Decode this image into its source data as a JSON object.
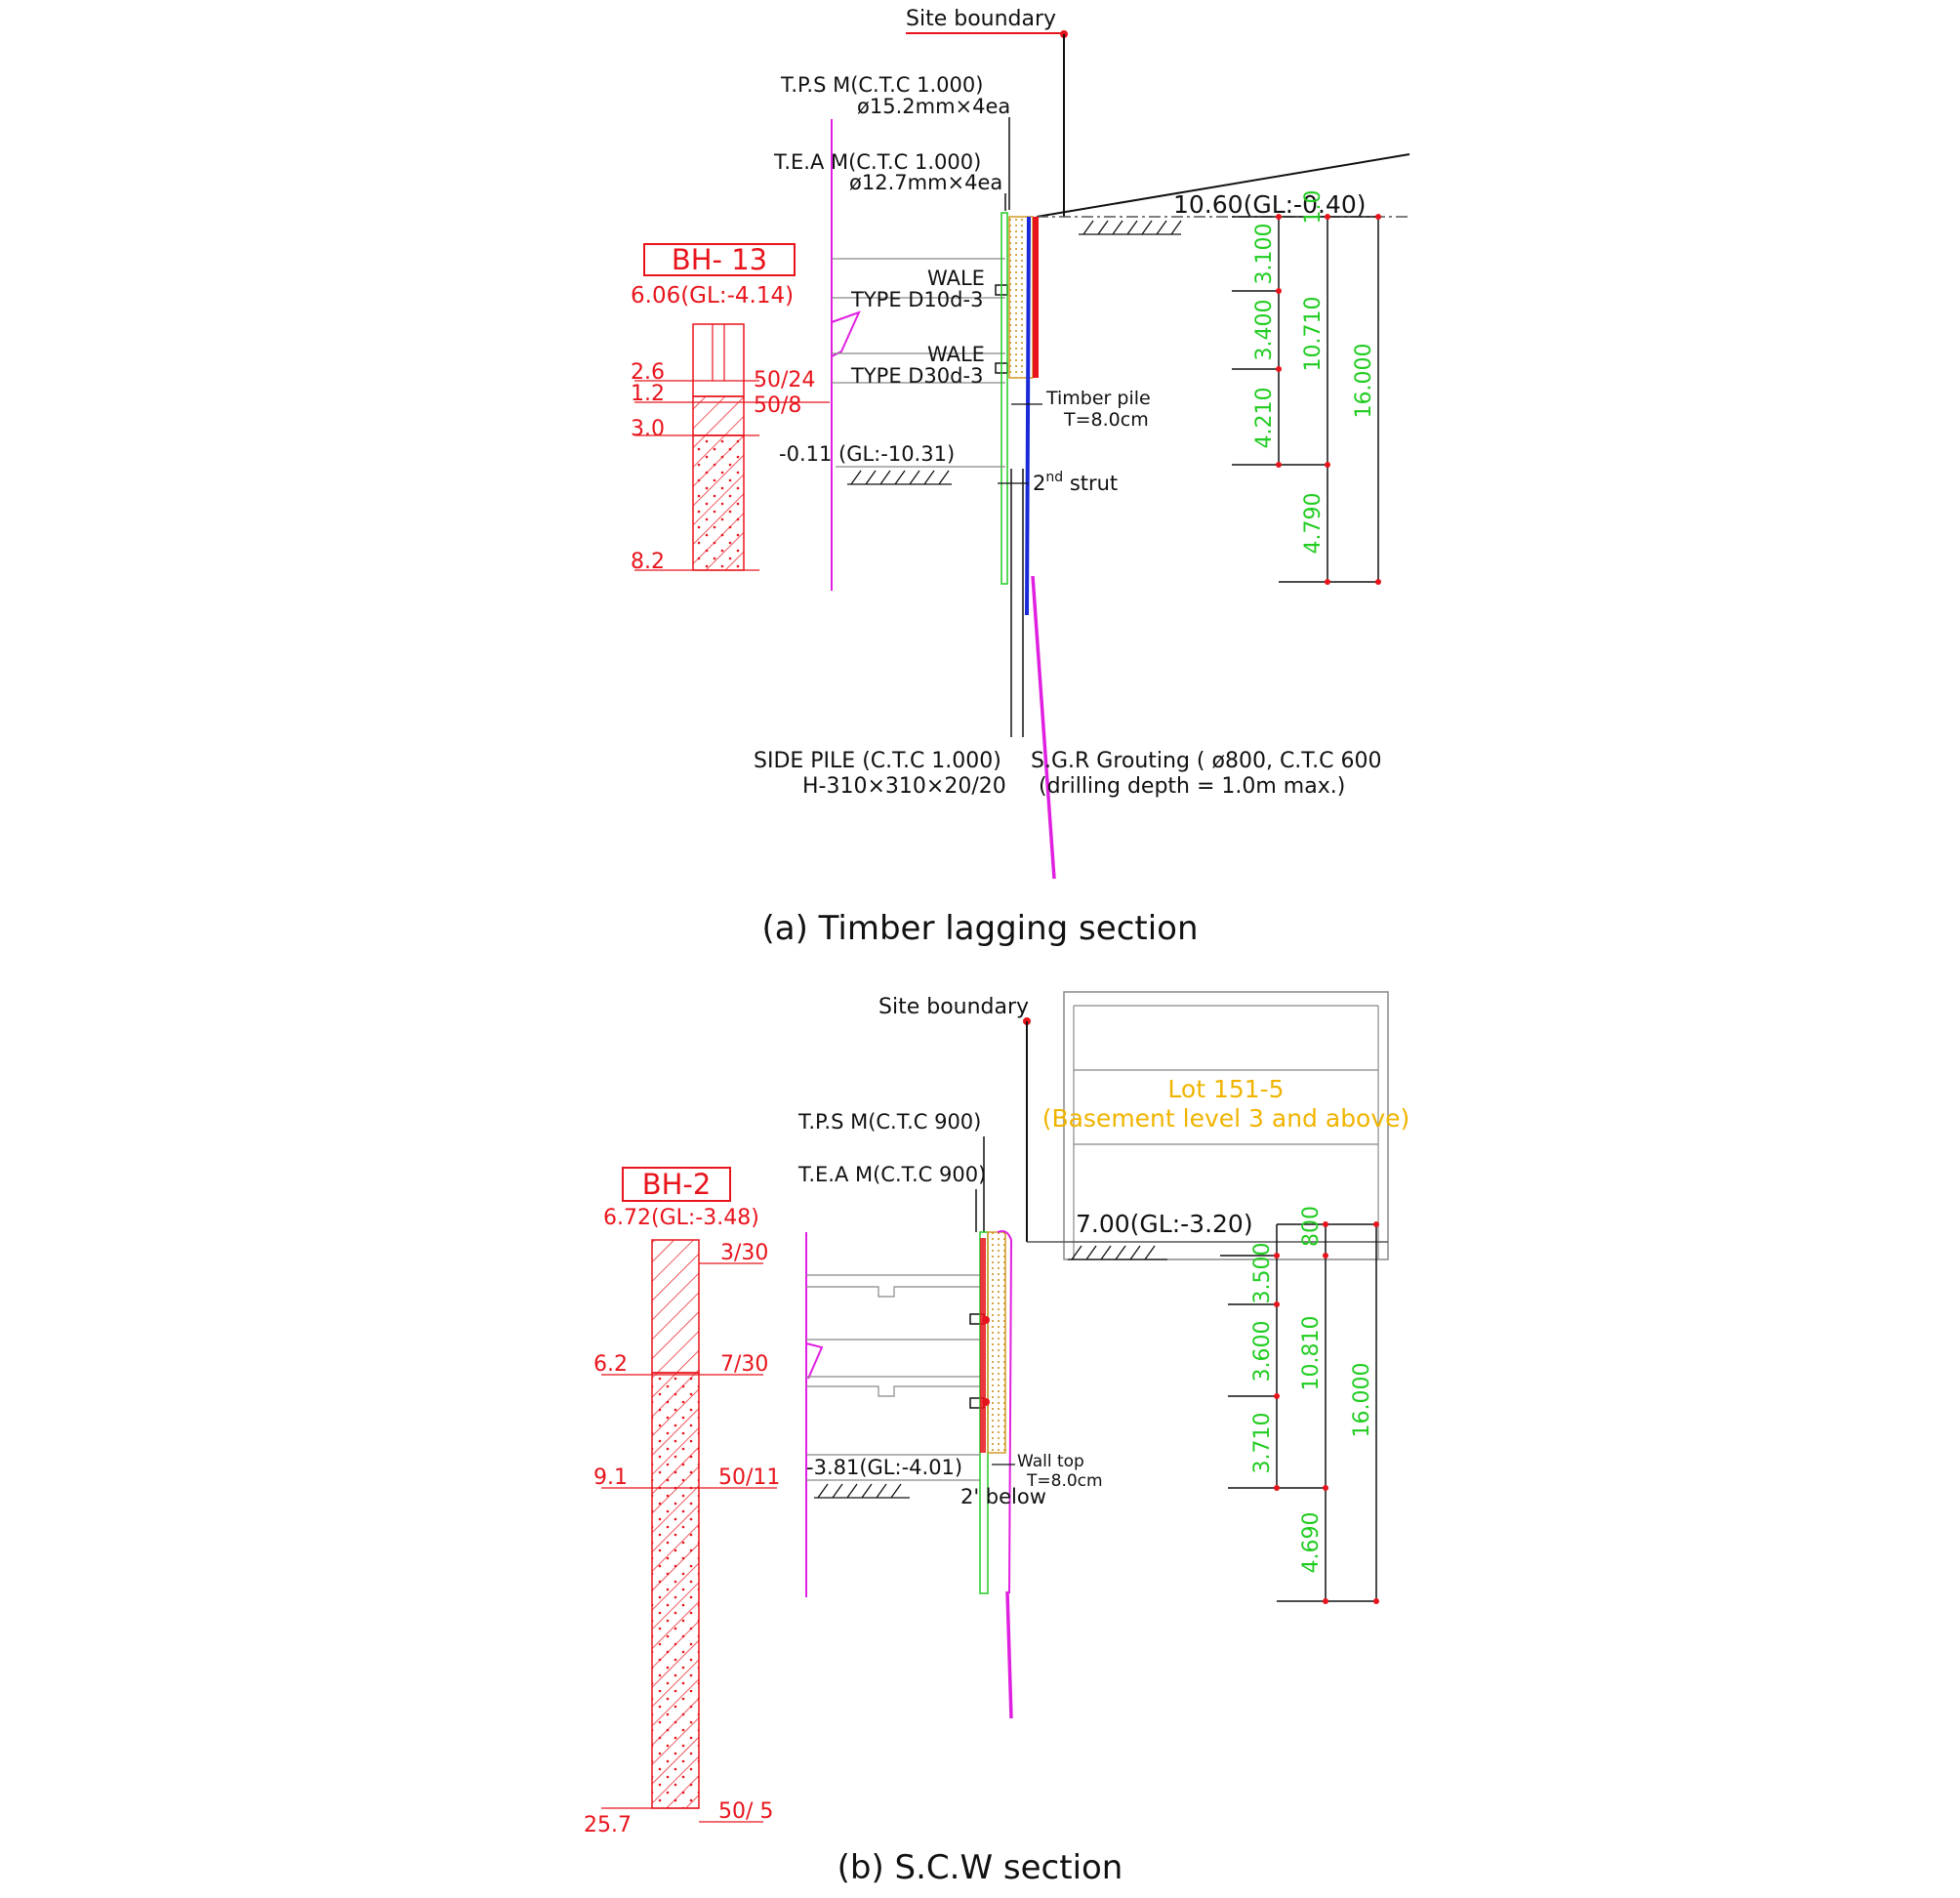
{
  "panel_a": {
    "caption": "(a)  Timber  lagging  section",
    "site_boundary": "Site boundary",
    "tpsm_1": "T.P.S M(C.T.C 1.000)",
    "tpsm_2": "ø15.2mm×4ea",
    "team_1": "T.E.A M(C.T.C 1.000)",
    "team_2": "ø12.7mm×4ea",
    "top_elev": "10.60(GL:-0.40)",
    "bh_label": "BH- 13",
    "bh_elev": "6.06(GL:-4.14)",
    "bh_depths": [
      "2.6",
      "1.2",
      "3.0",
      "8.2"
    ],
    "bh_n_values": [
      "50/24",
      "50/8"
    ],
    "wale1_1": "WALE",
    "wale1_2": "TYPE D10d-3",
    "wale2_1": "WALE",
    "wale2_2": "TYPE D30d-3",
    "timber_1": "Timber pile",
    "timber_2": "T=8.0cm",
    "bottom_elev": "-0.11 (GL:-10.31)",
    "strut_pre": "2",
    "strut_sup": "nd",
    "strut_post": " strut",
    "dims_inner": [
      "3.100",
      "3.400",
      "4.210",
      "4.790"
    ],
    "dim_top": "1.0",
    "dim_mid": "10.710",
    "dim_total": "16.000",
    "side_pile": "SIDE PILE (C.T.C 1.000)",
    "h_pile": "H-310×310×20/20",
    "sgr": "S.G.R Grouting ( ø800, C.T.C 600",
    "drill": "(drilling depth = 1.0m max.)"
  },
  "panel_b": {
    "caption": "(b)  S.C.W  section",
    "site_boundary": "Site boundary",
    "lot_1": "Lot 151-5",
    "lot_2": "(Basement level 3 and above)",
    "tpsm": "T.P.S M(C.T.C 900)",
    "team": "T.E.A M(C.T.C 900)",
    "bh_label": "BH-2",
    "bh_elev": "6.72(GL:-3.48)",
    "bh_depths": [
      "6.2",
      "9.1",
      "25.7"
    ],
    "bh_n_values": [
      "3/30",
      "7/30",
      "50/11",
      "50/ 5"
    ],
    "top_elev": "7.00(GL:-3.20)",
    "bottom_elev": "-3.81(GL:-4.01)",
    "wall_top_1": "Wall top",
    "wall_top_2": "T=8.0cm",
    "below": "2' below",
    "dims_inner": [
      "3.500",
      "3.600",
      "3.710",
      "4.690"
    ],
    "dim_top": "800",
    "dim_mid": "10.810",
    "dim_total": "16.000"
  },
  "colors": {
    "red": "#e8141c",
    "green": "#22cc22",
    "magenta": "#e020e0",
    "blue": "#1a2ad8",
    "orange": "#f0b400",
    "black": "#111111"
  }
}
